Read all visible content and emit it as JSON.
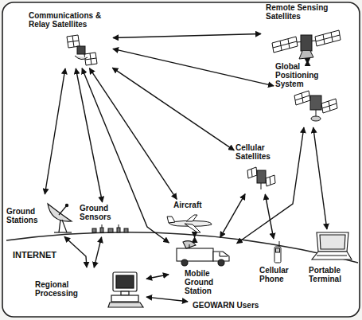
{
  "diagram": {
    "nodes": [
      {
        "text": [
          "Communications & Relay Satellites"
        ]
      },
      {
        "text": [
          "Remote Sensing Satellites"
        ]
      },
      {
        "text": [
          "Global Positioning System"
        ]
      },
      {
        "text": [
          "Cellular Satellites"
        ]
      },
      {
        "text": [
          "Aircraft"
        ]
      },
      {
        "text": [
          "Ground Stations"
        ]
      },
      {
        "text": [
          "Ground Sensors"
        ]
      },
      {
        "text": [
          "Mobile Ground Station"
        ]
      },
      {
        "text": [
          "Cellular Phone"
        ]
      },
      {
        "text": [
          "Portable Terminal"
        ]
      },
      {
        "text": [
          "Regional Processing"
        ]
      },
      {
        "text": [
          "GEOWARN Users"
        ]
      }
    ],
    "edges": [
      {
        "from": 0,
        "to": 1,
        "arrow": "both"
      },
      {
        "from": 0,
        "to": 2,
        "arrow": "both"
      },
      {
        "from": 0,
        "to": 3,
        "arrow": "both"
      },
      {
        "from": 0,
        "to": 4,
        "arrow": "both"
      },
      {
        "from": 0,
        "to": 7,
        "arrow": "both"
      },
      {
        "from": 0,
        "to": 6,
        "arrow": "both"
      },
      {
        "from": 0,
        "to": 5,
        "arrow": "both"
      },
      {
        "from": 1,
        "to": 2,
        "arrow": "both"
      },
      {
        "from": 2,
        "to": 9,
        "arrow": "both"
      },
      {
        "from": 2,
        "to": 7,
        "arrow": "both"
      },
      {
        "from": 3,
        "to": 7,
        "arrow": "both"
      },
      {
        "from": 3,
        "to": 8,
        "arrow": "both"
      },
      {
        "from": 4,
        "to": 7,
        "arrow": "both"
      },
      {
        "from": 6,
        "to": 10,
        "arrow": "both"
      },
      {
        "from": 5,
        "to": 10,
        "arrow": "both"
      },
      {
        "from": 7,
        "to": 10,
        "arrow": "both"
      },
      {
        "from": 10,
        "to": 11,
        "arrow": "both"
      }
    ],
    "labels": [
      "INTERNET"
    ]
  }
}
